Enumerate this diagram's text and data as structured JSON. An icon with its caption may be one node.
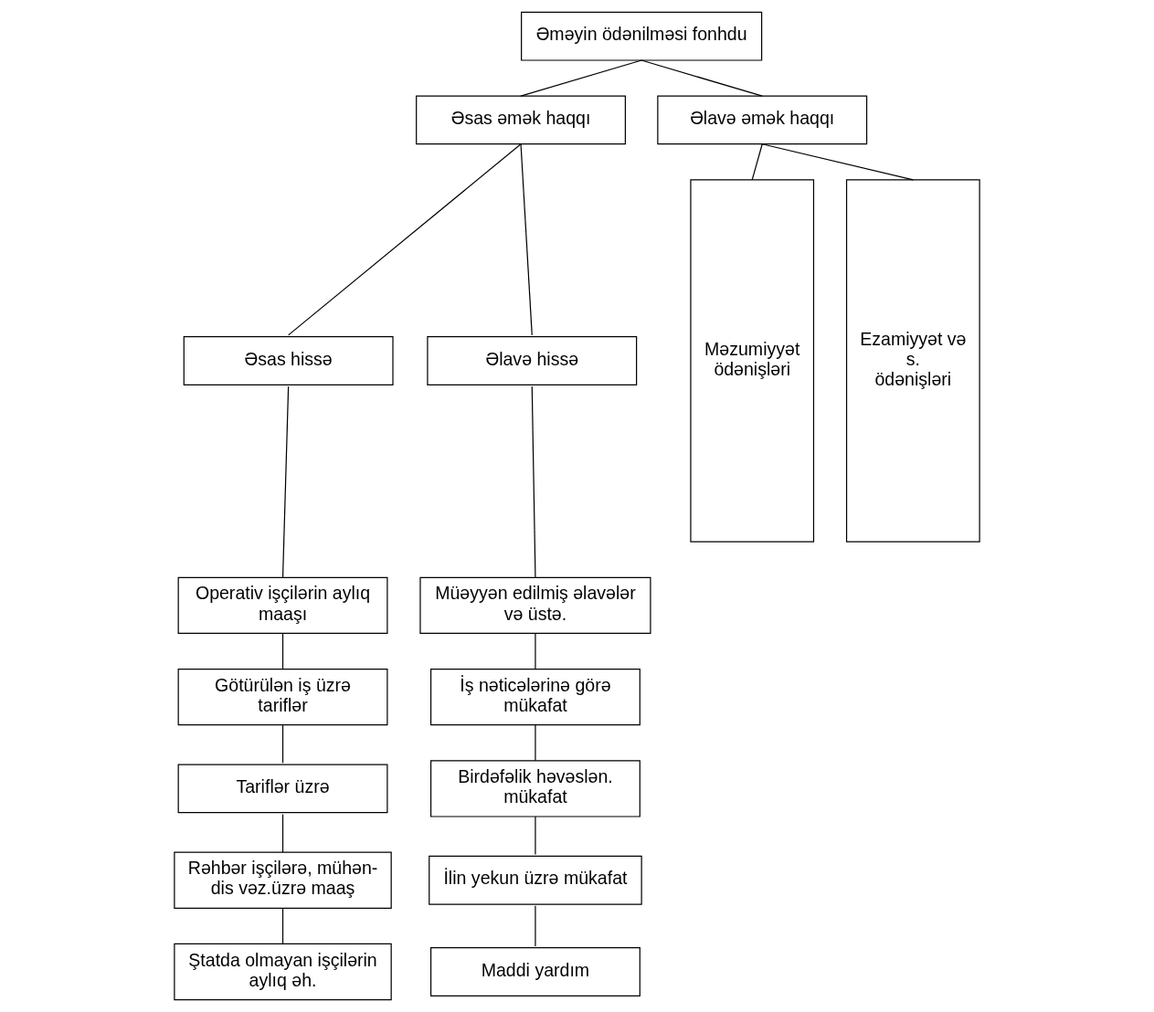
{
  "diagram": {
    "nodes": [
      {
        "text": [
          "Əməyin ödənilməsi fonhdu"
        ]
      },
      {
        "text": [
          "Əsas əmək haqqı"
        ]
      },
      {
        "text": [
          "Əlavə əmək haqqı"
        ]
      },
      {
        "text": [
          "Əsas hissə"
        ]
      },
      {
        "text": [
          "Əlavə hissə"
        ]
      },
      {
        "text": [
          "Operativ işçilərin aylıq maaşı"
        ]
      },
      {
        "text": [
          "Götürülən iş üzrə tariflər"
        ]
      },
      {
        "text": [
          "Tariflər üzrə"
        ]
      },
      {
        "text": [
          "Rəhbər işçilərə, mühən- dis vəz.üzrə maaş"
        ]
      },
      {
        "text": [
          "Ştatda olmayan işçilərin aylıq əh."
        ]
      },
      {
        "text": [
          "Müəyyən edilmiş əlavələr və üstə."
        ]
      },
      {
        "text": [
          "İş nəticələrinə görə mükafat"
        ]
      },
      {
        "text": [
          "Birdəfəlik həvəslən. mükafat"
        ]
      },
      {
        "text": [
          "İlin yekun üzrə mükafat"
        ]
      },
      {
        "text": [
          "Maddi yardım"
        ]
      },
      {
        "text": [
          "Məzumiyyət ödənişləri"
        ]
      },
      {
        "text": [
          "Ezamiyyət və s. ödənişləri"
        ]
      }
    ],
    "edges": [
      {
        "from": 0,
        "to": 1,
        "arrow": "none"
      },
      {
        "from": 0,
        "to": 2,
        "arrow": "none"
      },
      {
        "from": 1,
        "to": 3,
        "arrow": "none"
      },
      {
        "from": 1,
        "to": 4,
        "arrow": "none"
      },
      {
        "from": 3,
        "to": 5,
        "arrow": "none"
      },
      {
        "from": 5,
        "to": 6,
        "arrow": "none"
      },
      {
        "from": 6,
        "to": 7,
        "arrow": "none"
      },
      {
        "from": 7,
        "to": 8,
        "arrow": "none"
      },
      {
        "from": 8,
        "to": 9,
        "arrow": "none"
      },
      {
        "from": 4,
        "to": 10,
        "arrow": "none"
      },
      {
        "from": 10,
        "to": 11,
        "arrow": "none"
      },
      {
        "from": 11,
        "to": 12,
        "arrow": "none"
      },
      {
        "from": 12,
        "to": 13,
        "arrow": "none"
      },
      {
        "from": 13,
        "to": 14,
        "arrow": "none"
      },
      {
        "from": 2,
        "to": 15,
        "arrow": "none"
      },
      {
        "from": 2,
        "to": 16,
        "arrow": "none"
      }
    ]
  }
}
